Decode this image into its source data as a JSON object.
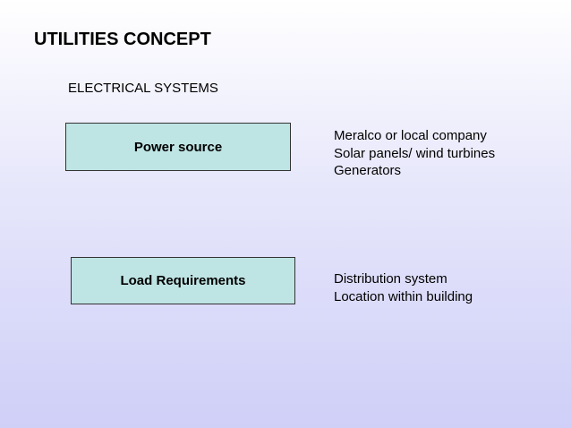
{
  "slide": {
    "title": "UTILITIES CONCEPT",
    "subtitle": "ELECTRICAL SYSTEMS"
  },
  "power": {
    "label": "Power source",
    "details": [
      "Meralco or local company",
      "Solar panels/ wind turbines",
      "Generators"
    ]
  },
  "load": {
    "label": "Load Requirements",
    "details": [
      "Distribution system",
      "Location within building"
    ]
  },
  "colors": {
    "box_fill": "#bfe4e4",
    "box_border": "#333333",
    "background_top": "#ffffff",
    "background_bottom": "#cfcff8"
  }
}
